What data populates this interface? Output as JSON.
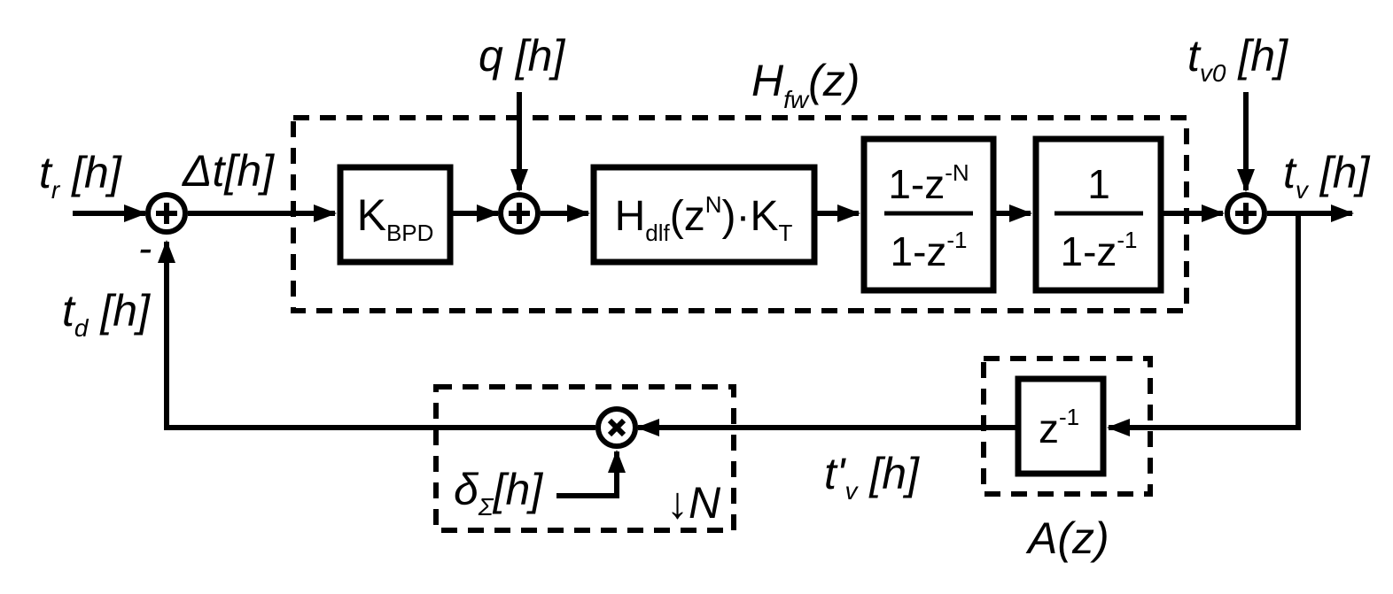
{
  "signals": {
    "tr": {
      "main": "t",
      "sub": "r",
      "tail": " [h]"
    },
    "dt": {
      "main": "Δt[h]"
    },
    "q": {
      "main": "q [h]"
    },
    "tv0": {
      "main": "t",
      "sub": "v0",
      "tail": " [h]"
    },
    "tv": {
      "main": "t",
      "sub": "v",
      "tail": " [h]"
    },
    "td": {
      "main": "t",
      "sub": "d",
      "tail": " [h]"
    },
    "tvp": {
      "main": "t'",
      "sub": "v",
      "tail": " [h]"
    },
    "ds": {
      "main": "δ",
      "sub": "Σ",
      "tail": "[h]"
    },
    "minus": "-",
    "down": "↓N"
  },
  "groups": {
    "hfw": {
      "main": "H",
      "sub": "fw",
      "tail": "(z)"
    },
    "az": {
      "main": "A(z)"
    }
  },
  "blocks": {
    "kbpd": {
      "main": "K",
      "sub": "BPD"
    },
    "hdlf": {
      "h": "H",
      "sub1": "dlf",
      "mid": "(z",
      "sup": "N",
      "mid2": ")·K",
      "sub2": "T"
    },
    "frac1": {
      "num": "1-z",
      "num_sup": "-N",
      "den": "1-z",
      "den_sup": "-1"
    },
    "frac2": {
      "num": "1",
      "den": "1-z",
      "den_sup": "-1"
    },
    "zinv": {
      "main": "z",
      "sup": "-1"
    }
  },
  "symbols": {
    "plus": "⊕",
    "times": "⊗"
  }
}
